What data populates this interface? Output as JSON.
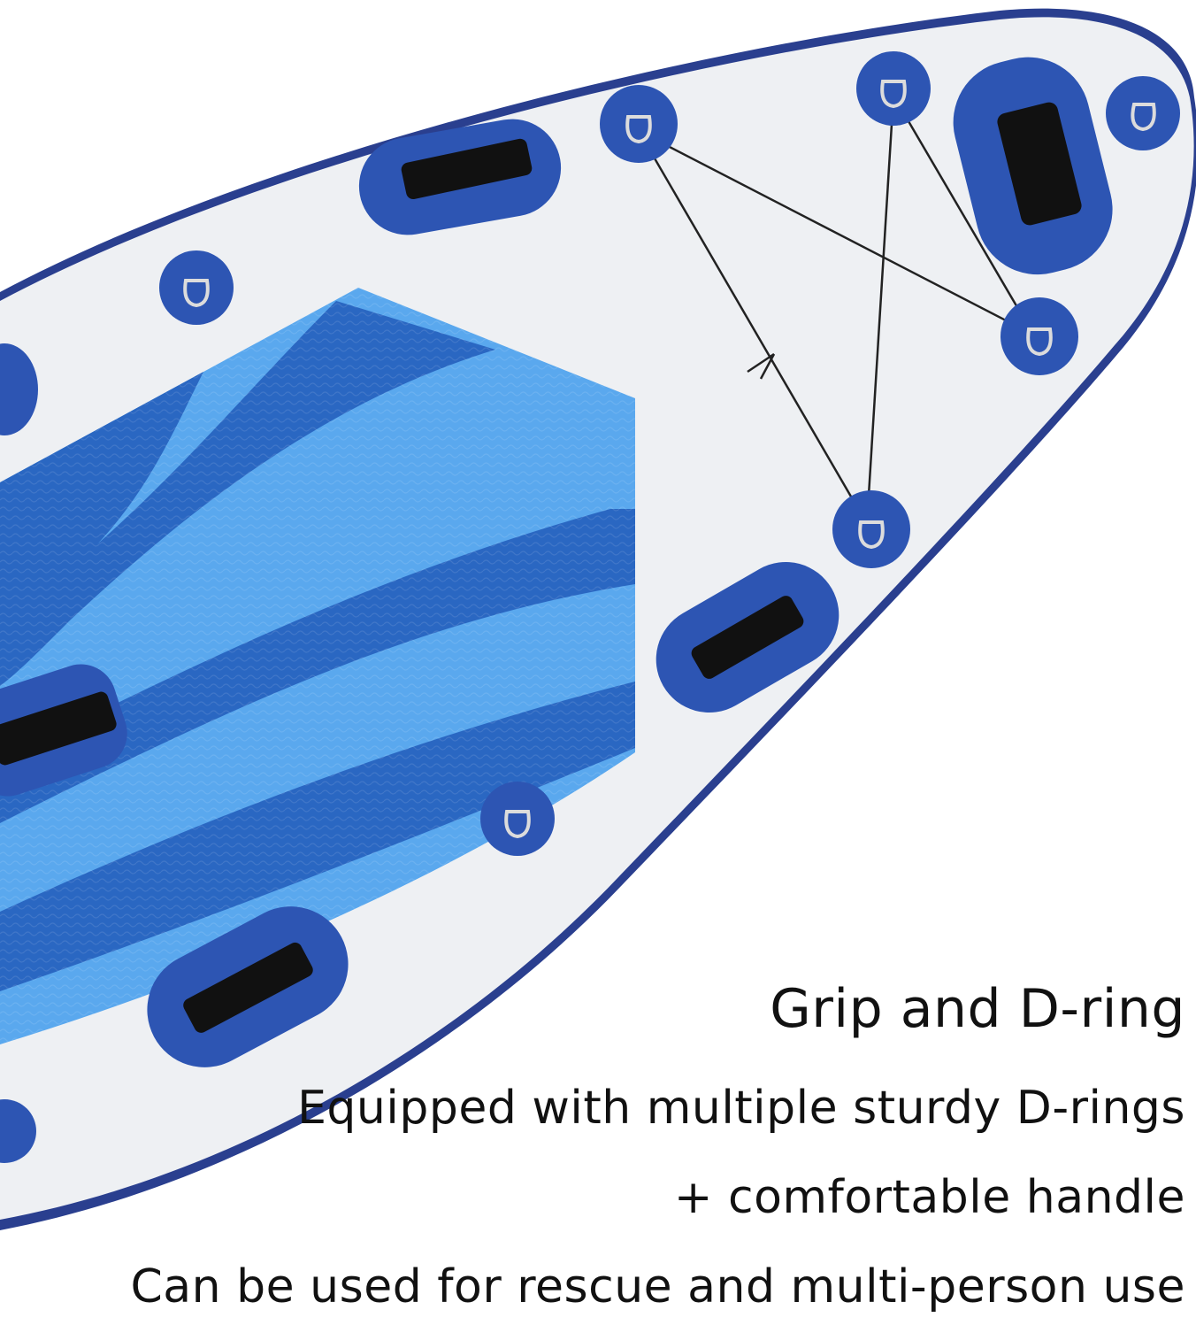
{
  "caption": {
    "title": "Grip and D-ring",
    "line1": "Equipped with multiple sturdy D-rings",
    "line2": "+ comfortable handle",
    "line3": "Can be used for rescue and multi-person use"
  },
  "colors": {
    "background": "#ffffff",
    "board_deck": "#eef0f3",
    "board_rim": "#2a3f8f",
    "pad_light_blue": "#5aa8ee",
    "pad_dark_blue": "#2a67c2",
    "patch_blue": "#2d55b3",
    "handle_black": "#111111",
    "text": "#111111"
  },
  "icons": {
    "d_ring": "d-ring-icon",
    "handle": "handle-icon",
    "bungee": "bungee-cord-icon"
  }
}
